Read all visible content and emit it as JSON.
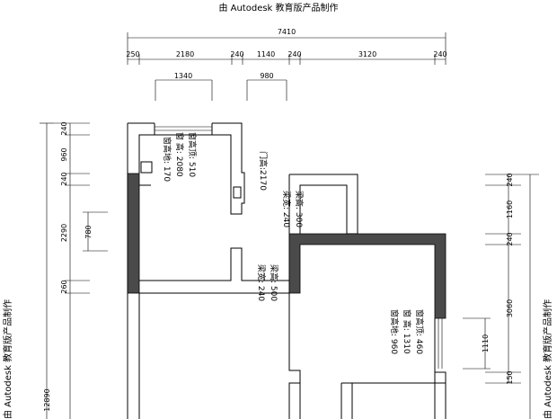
{
  "banner_top": "由 Autodesk 教育版产品制作",
  "banner_left": "由 Autodesk 教育版产品制作",
  "banner_right": "由 Autodesk 教育版产品制作",
  "dims_top": {
    "total": "7410",
    "segments": [
      "250",
      "2180",
      "240",
      "1140",
      "240",
      "3120",
      "240"
    ],
    "windows": [
      "1340",
      "980"
    ]
  },
  "dims_left": {
    "segments": [
      "240",
      "960",
      "240",
      "2290",
      "260"
    ],
    "sub": "780",
    "total": "12890"
  },
  "dims_right": {
    "segments": [
      "240",
      "1160",
      "240",
      "3060",
      "150"
    ],
    "sub": "1110"
  },
  "labels": {
    "window_top_left": [
      "窗高顶: 510",
      "窗  高: 2080",
      "窗高地: 170"
    ],
    "door_height": "门高:2170",
    "beam_upper": [
      "梁高: 300",
      "梁宽: 240"
    ],
    "beam_lower": [
      "梁高: 500",
      "梁宽: 240"
    ],
    "window_right": [
      "窗高顶: 460",
      "窗  高: 1310",
      "窗高地: 960"
    ]
  }
}
